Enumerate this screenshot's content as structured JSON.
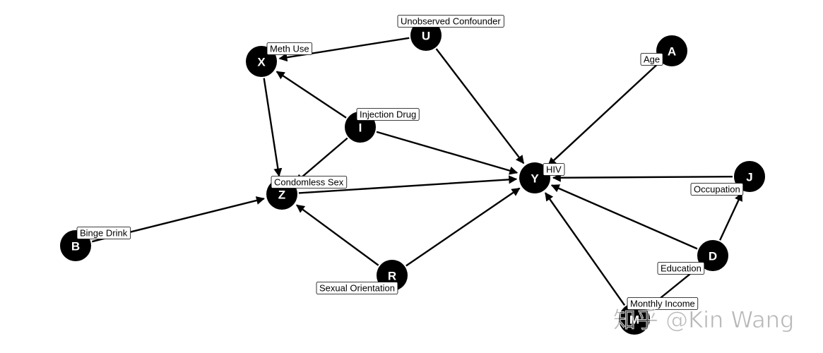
{
  "diagram": {
    "type": "directed-acyclic-graph",
    "nodes": [
      {
        "id": "U",
        "label": "Unobserved Confounder"
      },
      {
        "id": "X",
        "label": "Meth Use"
      },
      {
        "id": "A",
        "label": "Age"
      },
      {
        "id": "I",
        "label": "Injection Drug"
      },
      {
        "id": "Y",
        "label": "HIV"
      },
      {
        "id": "J",
        "label": "Occupation"
      },
      {
        "id": "Z",
        "label": "Condomless Sex"
      },
      {
        "id": "B",
        "label": "Binge Drink"
      },
      {
        "id": "R",
        "label": "Sexual Orientation"
      },
      {
        "id": "D",
        "label": "Education"
      },
      {
        "id": "M",
        "label": "Monthly Income"
      }
    ],
    "edges": [
      {
        "from": "U",
        "to": "X"
      },
      {
        "from": "U",
        "to": "Y"
      },
      {
        "from": "I",
        "to": "X"
      },
      {
        "from": "I",
        "to": "Z"
      },
      {
        "from": "I",
        "to": "Y"
      },
      {
        "from": "X",
        "to": "Z"
      },
      {
        "from": "Z",
        "to": "Y"
      },
      {
        "from": "B",
        "to": "Z"
      },
      {
        "from": "R",
        "to": "Z"
      },
      {
        "from": "R",
        "to": "Y"
      },
      {
        "from": "A",
        "to": "Y"
      },
      {
        "from": "J",
        "to": "Y"
      },
      {
        "from": "D",
        "to": "Y"
      },
      {
        "from": "D",
        "to": "J"
      },
      {
        "from": "D",
        "to": "M"
      },
      {
        "from": "M",
        "to": "Y"
      }
    ]
  },
  "watermark": "知乎 @Kin Wang"
}
